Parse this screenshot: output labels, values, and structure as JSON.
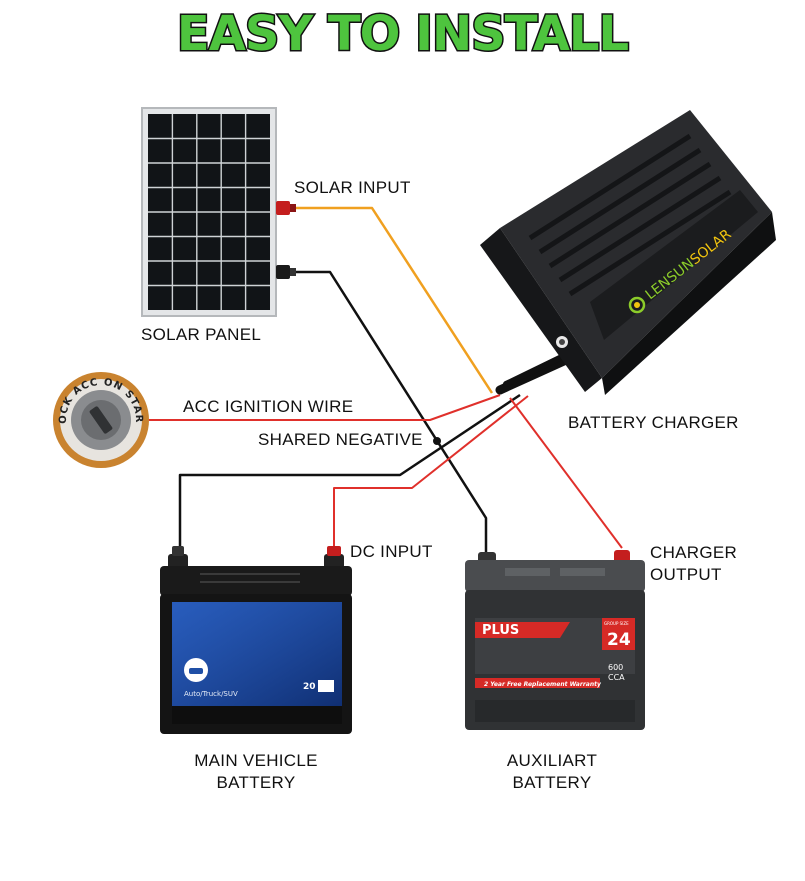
{
  "title": "EASY TO INSTALL",
  "labels": {
    "solar_input": "SOLAR INPUT",
    "solar_panel": "SOLAR PANEL",
    "acc_ignition": "ACC IGNITION WIRE",
    "shared_negative": "SHARED NEGATIVE",
    "battery_charger": "BATTERY CHARGER",
    "dc_input": "DC INPUT",
    "charger_output": [
      "CHARGER",
      "OUTPUT"
    ],
    "main_battery": [
      "MAIN VEHICLE",
      "BATTERY"
    ],
    "aux_battery": [
      "AUXILIART",
      "BATTERY"
    ]
  },
  "ignition_switch": {
    "ring_text": "LOCK ACC ON START"
  },
  "charger": {
    "brand_prefix": "LENSUN",
    "brand_suffix": "SOLAR"
  },
  "main_battery_face": {
    "caption": "Auto/Truck/SUV",
    "size": "20"
  },
  "aux_battery_face": {
    "brand": "PLUS",
    "group_label": "GROUP SIZE",
    "group": "24",
    "warranty": "2 Year Free Replacement Warranty",
    "cca_value": "600",
    "cca_unit": "CCA"
  },
  "colors": {
    "title_fill": "#4ec43e",
    "wire_red": "#e0302b",
    "wire_orange": "#f0a020",
    "wire_black": "#111111",
    "charger_body": "#1e1f21",
    "charger_accent": "#8ccc2a",
    "aux_label_red": "#d62a26"
  }
}
